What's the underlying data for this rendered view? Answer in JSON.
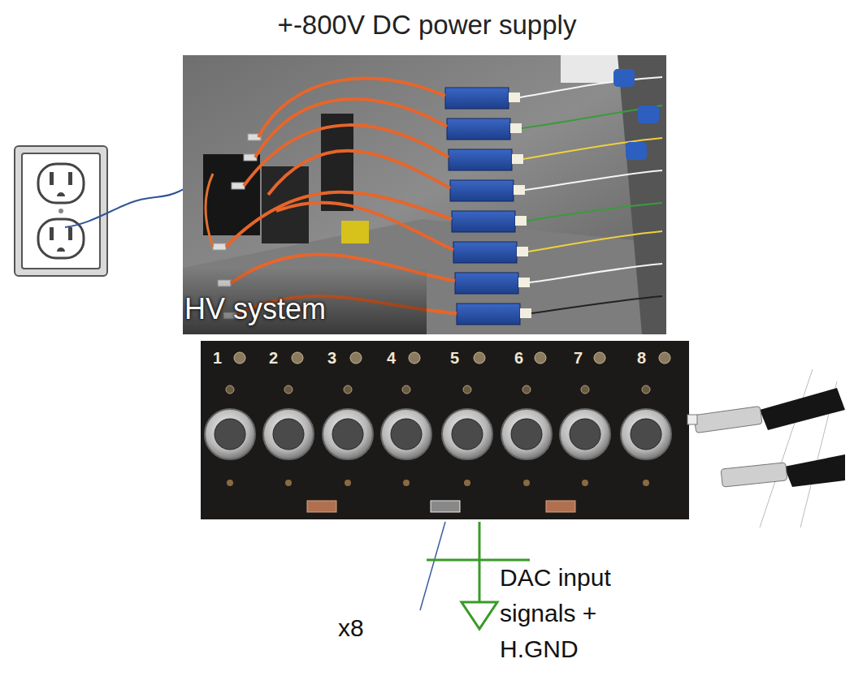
{
  "diagram": {
    "title": "+-800V DC power supply",
    "nodes": [
      {
        "text": [
          "HV system"
        ]
      }
    ],
    "labels": [
      "1",
      "2",
      "3",
      "4",
      "5",
      "6",
      "7",
      "8",
      "x8",
      "DAC input signals + H.GND"
    ]
  }
}
